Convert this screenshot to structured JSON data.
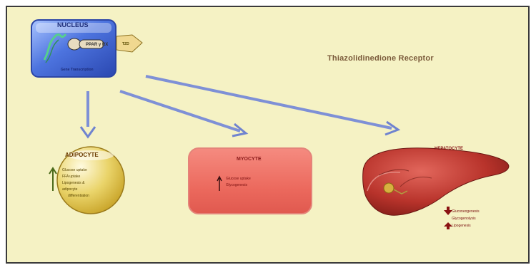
{
  "diagram": {
    "title": "Thiazolidinedione Receptor",
    "nucleus": {
      "title": "NUCLEUS",
      "gene_transcription": "Gene Transcription",
      "receptor_label": "PPAR γ  RX",
      "tzd_label": "TZD"
    },
    "adipocyte": {
      "title": "ADIPOCYTE",
      "effects": [
        "Glucose uptake",
        "FFA uptake",
        "Lipogenesis &",
        "adipocyte",
        "differentiation"
      ],
      "arrow": "up"
    },
    "myocyte": {
      "title": "MYOCYTE",
      "effects": [
        "Glucose uptake",
        "Glycogenesis"
      ],
      "arrow": "up"
    },
    "hepatocyte": {
      "title": "HEPATOCYTE",
      "effects": [
        {
          "text": "Gluconeogenesis",
          "arrow": "down"
        },
        {
          "text": "Glycogenolysis",
          "arrow": "down"
        },
        {
          "text": "Lipogenesis",
          "arrow": "up"
        }
      ]
    }
  },
  "colors": {
    "background": "#f5f2c4",
    "nucleus": "#4a6fd8",
    "arrow": "#7e90d6",
    "adipocyte": "#e0c84a",
    "myocyte": "#ec6e62",
    "liver": "#b8332b"
  }
}
